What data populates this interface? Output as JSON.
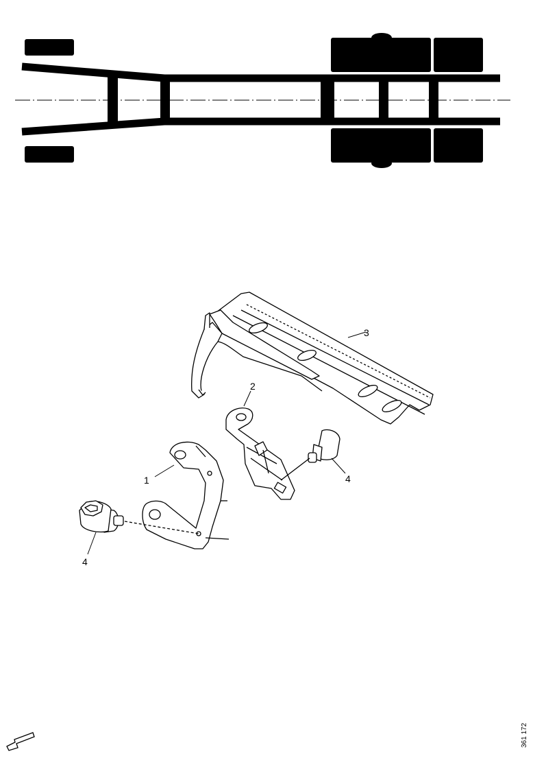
{
  "diagram": {
    "callouts": [
      {
        "id": "1",
        "text": "1"
      },
      {
        "id": "2",
        "text": "2"
      },
      {
        "id": "3",
        "text": "3"
      },
      {
        "id": "4a",
        "text": "4"
      },
      {
        "id": "4b",
        "text": "4"
      }
    ],
    "reference_number": "361 172",
    "direction_icon": "forward-arrow-icon",
    "colors": {
      "ink": "#000000",
      "paper": "#ffffff"
    }
  }
}
